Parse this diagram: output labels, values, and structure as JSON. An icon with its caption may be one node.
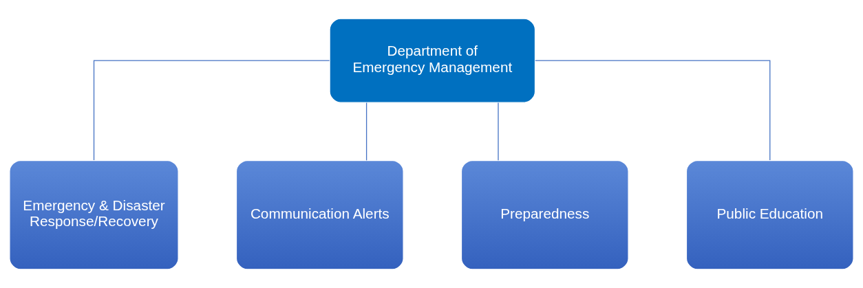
{
  "diagram": {
    "nodes": [
      {
        "text": [
          "Department of Emergency Management"
        ]
      },
      {
        "text": [
          "Emergency & Disaster Response/Recovery"
        ]
      },
      {
        "text": [
          "Communication Alerts"
        ]
      },
      {
        "text": [
          "Preparedness"
        ]
      },
      {
        "text": [
          "Public Education"
        ]
      }
    ],
    "edges": [
      {
        "from": 0,
        "to": 1,
        "arrow": "none"
      },
      {
        "from": 0,
        "to": 2,
        "arrow": "none"
      },
      {
        "from": 0,
        "to": 3,
        "arrow": "none"
      },
      {
        "from": 0,
        "to": 4,
        "arrow": "none"
      }
    ]
  }
}
